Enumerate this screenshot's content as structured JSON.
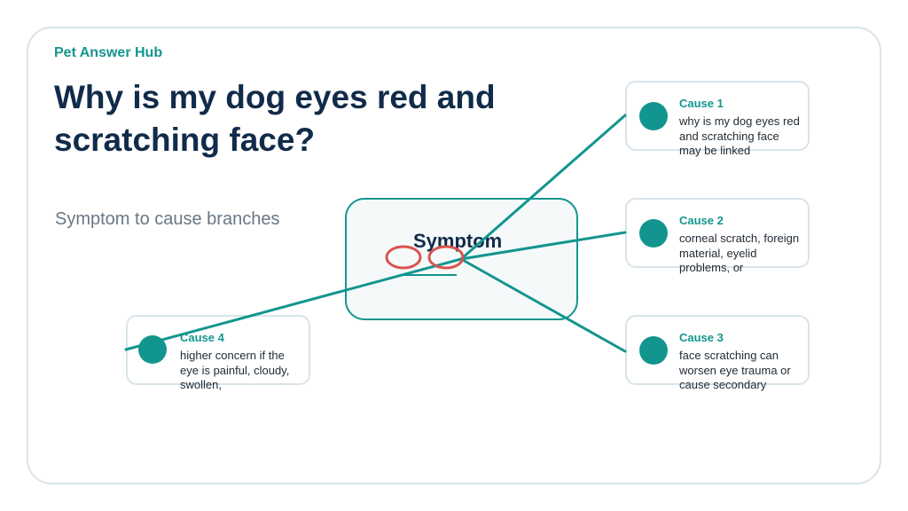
{
  "brand": "Pet Answer Hub",
  "title": "Why is my dog eyes red and scratching face?",
  "subtitle": "Symptom to cause branches",
  "center": {
    "label": "Symptom"
  },
  "causes": [
    {
      "title": "Cause 1",
      "text": "why is my dog eyes red and scratching face may be linked"
    },
    {
      "title": "Cause 2",
      "text": "corneal scratch, foreign material, eyelid problems, or"
    },
    {
      "title": "Cause 3",
      "text": "face scratching can worsen eye trauma or cause secondary"
    },
    {
      "title": "Cause 4",
      "text": "higher concern if the eye is painful, cloudy, swollen,"
    }
  ],
  "colors": {
    "accent": "#13958f",
    "title": "#112b4a",
    "muted": "#687784",
    "border": "#d8e4ea",
    "annotation": "#d9534f"
  }
}
